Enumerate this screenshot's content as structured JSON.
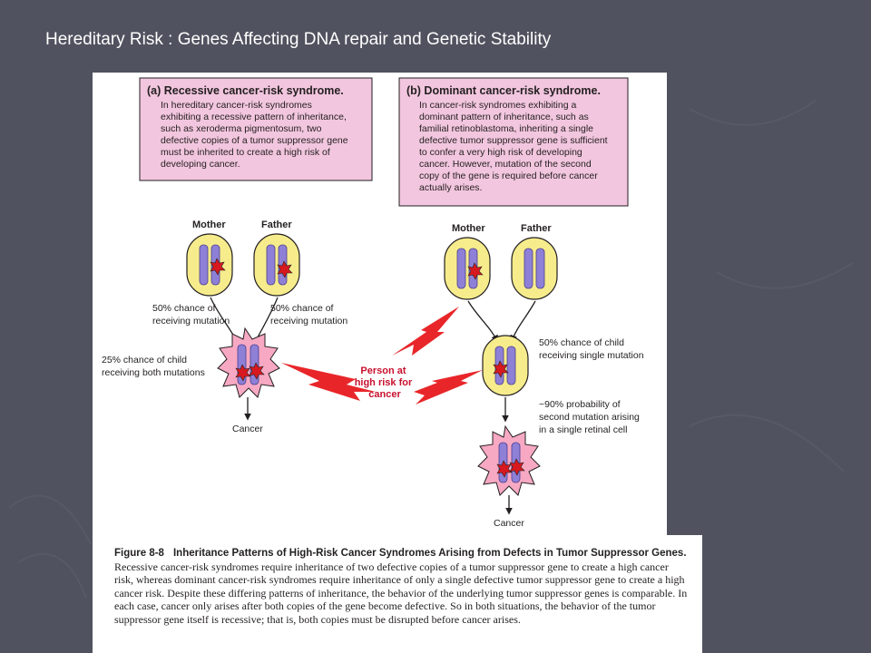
{
  "slide": {
    "title": "Hereditary Risk : Genes Affecting DNA repair and Genetic Stability"
  },
  "panel_a": {
    "heading": "(a) Recessive cancer-risk syndrome.",
    "lines": [
      "In hereditary cancer-risk syndromes",
      "exhibiting a recessive pattern of inheritance,",
      "such as xeroderma pigmentosum, two",
      "defective copies of a tumor suppressor gene",
      "must be inherited to create a high risk of",
      "developing cancer."
    ],
    "mother_label": "Mother",
    "father_label": "Father",
    "mother_chance": [
      "50% chance of",
      "receiving mutation"
    ],
    "father_chance": [
      "50% chance of",
      "receiving mutation"
    ],
    "child_chance": [
      "25% chance of child",
      "receiving both mutations"
    ],
    "outcome": "Cancer"
  },
  "panel_b": {
    "heading": "(b) Dominant cancer-risk syndrome.",
    "lines": [
      "In cancer-risk syndromes exhibiting a",
      "dominant pattern of inheritance, such as",
      "familial retinoblastoma, inheriting a single",
      "defective tumor suppressor gene is sufficient",
      "to confer a very high risk of developing",
      "cancer. However, mutation of the second",
      "copy of the gene is required before cancer",
      "actually arises."
    ],
    "mother_label": "Mother",
    "father_label": "Father",
    "child_chance": [
      "50% chance of child",
      "receiving single mutation"
    ],
    "second_hit": [
      "~90% probability of",
      "second mutation arising",
      "in a single retinal cell"
    ],
    "outcome": "Cancer"
  },
  "center_label": [
    "Person at",
    "high risk for",
    "cancer"
  ],
  "caption": {
    "figure_number": "Figure 8-8",
    "title": "Inheritance Patterns of High-Risk Cancer Syndromes Arising from Defects in Tumor Suppressor Genes.",
    "body": "Recessive cancer-risk syndromes require inheritance of two defective copies of a tumor suppressor gene to create a high cancer risk, whereas dominant cancer-risk syndromes require inheritance of only a single defective tumor suppressor gene to create a high cancer risk. Despite these differing patterns of inheritance, the behavior of the underlying tumor suppressor genes is comparable. In each case, cancer only arises after both copies of the gene become defective. So in both situations, the behavior of the tumor suppressor gene itself is recessive; that is, both copies must be disrupted before cancer arises."
  },
  "colors": {
    "background": "#50525f",
    "pink_box": "#f2c6de",
    "cell_fill": "#f7ec8c",
    "cancer_cell": "#f7a9c4",
    "chromosome": "#8e80d6",
    "mutation": "#d7191f",
    "bolt": "#e8262a"
  }
}
